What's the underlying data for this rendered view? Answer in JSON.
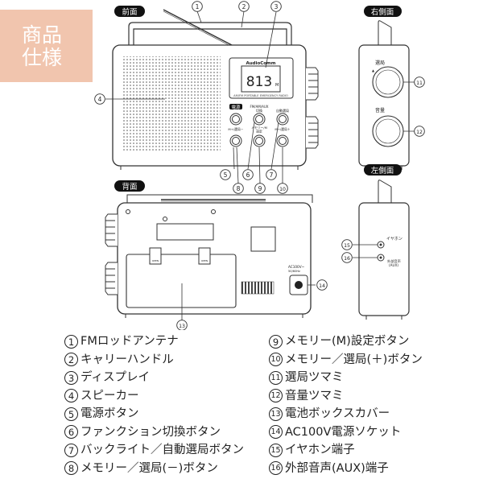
{
  "badge": {
    "line1": "商品",
    "line2": "仕様"
  },
  "views": {
    "front": "前面",
    "back": "背面",
    "right": "右側面",
    "left": "左側面"
  },
  "device": {
    "brand": "AudioComm",
    "model_line": "AM/FM PORTABLE EMERGENCY RADIO",
    "display_value": "813",
    "buttons": [
      {
        "label": "電源"
      },
      {
        "label": "FM/AM/AUX\n切換"
      },
      {
        "label": "自動選局"
      },
      {
        "label": "M+/選局－"
      },
      {
        "label": "メモリー/M\n設定"
      },
      {
        "label": "M+/選局＋"
      }
    ],
    "right_knobs": [
      {
        "label": "選局"
      },
      {
        "label": "音量"
      }
    ],
    "jacks": [
      {
        "label": "イヤホン"
      },
      {
        "label": "外部音声\n(AUX)"
      }
    ],
    "ac_label": "AC100V~\n50/60Hz",
    "cover_tabs": [
      "OPEN",
      "OPEN"
    ]
  },
  "callouts": [
    "1",
    "2",
    "3",
    "4",
    "5",
    "6",
    "7",
    "8",
    "9",
    "10",
    "11",
    "12",
    "13",
    "14",
    "15",
    "16"
  ],
  "legend": [
    {
      "num": "1",
      "text": "FMロッドアンテナ"
    },
    {
      "num": "2",
      "text": "キャリーハンドル"
    },
    {
      "num": "3",
      "text": "ディスプレイ"
    },
    {
      "num": "4",
      "text": "スピーカー"
    },
    {
      "num": "5",
      "text": "電源ボタン"
    },
    {
      "num": "6",
      "text": "ファンクション切換ボタン"
    },
    {
      "num": "7",
      "text": "バックライト／自動選局ボタン"
    },
    {
      "num": "8",
      "text": "メモリー／選局(－)ボタン"
    },
    {
      "num": "9",
      "text": "メモリー(M)設定ボタン"
    },
    {
      "num": "10",
      "text": "メモリー／選局(＋)ボタン"
    },
    {
      "num": "11",
      "text": "選局ツマミ"
    },
    {
      "num": "12",
      "text": "音量ツマミ"
    },
    {
      "num": "13",
      "text": "電池ボックスカバー"
    },
    {
      "num": "14",
      "text": "AC100V電源ソケット"
    },
    {
      "num": "15",
      "text": "イヤホン端子"
    },
    {
      "num": "16",
      "text": "外部音声(AUX)端子"
    }
  ],
  "colors": {
    "badge": "#f1c5ae",
    "line": "#333333",
    "label_bg": "#111111"
  }
}
